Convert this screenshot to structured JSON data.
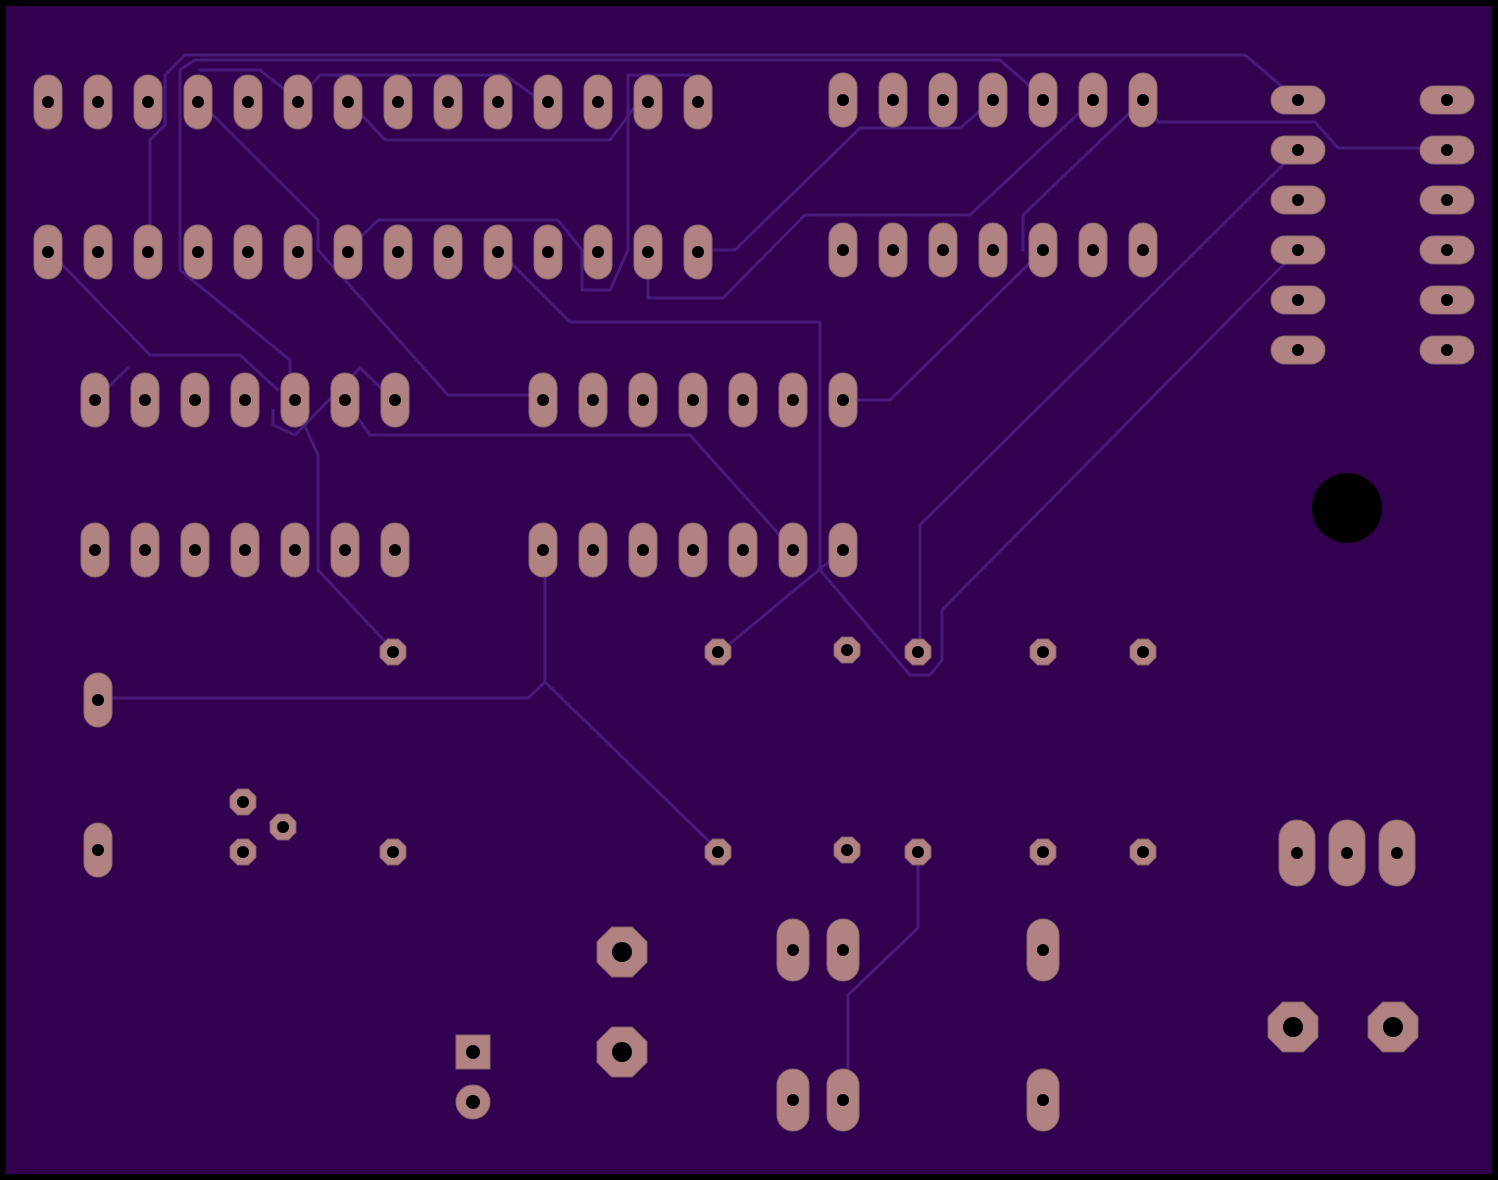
{
  "colors": {
    "outline": "#000000",
    "substrate": "#33004f",
    "trace": "#4a1a7a",
    "copper_pad": "#b08282",
    "pad_edge": "#8a6a6a",
    "drill": "#000000",
    "mounting_hole": "#000000"
  },
  "board": {
    "layer": "bottom-copper",
    "has_text": false
  },
  "components": [
    {
      "id": "u1-top-row",
      "kind": "dip-row",
      "pins": 14
    },
    {
      "id": "u1-bottom-row",
      "kind": "dip-row",
      "pins": 14
    },
    {
      "id": "u2-top-row",
      "kind": "dip-row",
      "pins": 7
    },
    {
      "id": "u2-bottom-row",
      "kind": "dip-row",
      "pins": 7
    },
    {
      "id": "header-left",
      "kind": "pin-header",
      "pins": 6
    },
    {
      "id": "header-right",
      "kind": "pin-header",
      "pins": 6
    },
    {
      "id": "u3-top-row",
      "kind": "dip-row",
      "pins": 7
    },
    {
      "id": "u3-bottom-row",
      "kind": "dip-row",
      "pins": 7
    },
    {
      "id": "u4-top-row",
      "kind": "dip-row",
      "pins": 7
    },
    {
      "id": "u4-bottom-row",
      "kind": "dip-row",
      "pins": 7
    },
    {
      "id": "regulator",
      "kind": "to-220",
      "pins": 3
    },
    {
      "id": "power-jack",
      "kind": "terminal",
      "pins": 2
    },
    {
      "id": "switch",
      "kind": "terminal",
      "pins": 2
    },
    {
      "id": "diode",
      "kind": "square-pad-pair",
      "pins": 2
    }
  ]
}
